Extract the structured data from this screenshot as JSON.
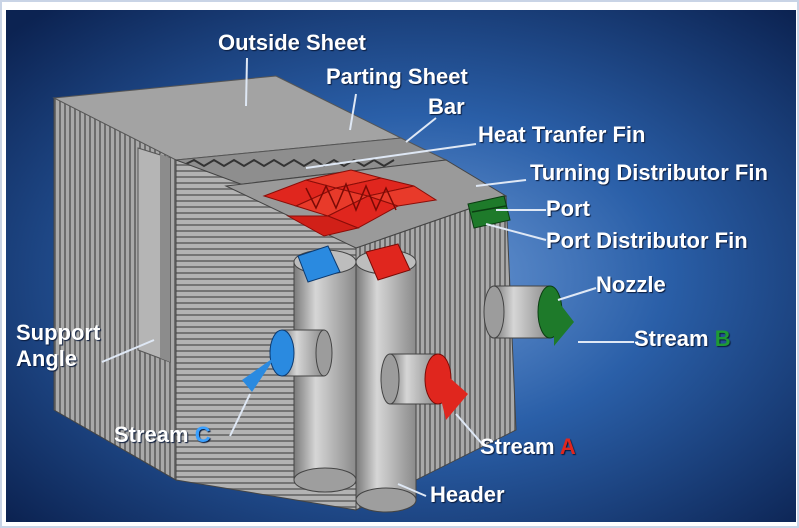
{
  "colors": {
    "background_center": "#2a5fa8",
    "background_edge": "#0c2352",
    "metal": "#a8a8a8",
    "stream_a": "#e0261e",
    "stream_b": "#1e7a2a",
    "stream_c": "#2a8ae0",
    "label": "#ffffff"
  },
  "labels": {
    "outside_sheet": "Outside Sheet",
    "parting_sheet": "Parting Sheet",
    "bar": "Bar",
    "heat_transfer_fin": "Heat Tranfer Fin",
    "turning_distributor_fin": "Turning Distributor Fin",
    "port": "Port",
    "port_distributor_fin": "Port Distributor Fin",
    "nozzle": "Nozzle",
    "support_angle": "Support Angle",
    "header": "Header"
  },
  "streams": {
    "word": "Stream",
    "a": "A",
    "b": "B",
    "c": "C"
  }
}
